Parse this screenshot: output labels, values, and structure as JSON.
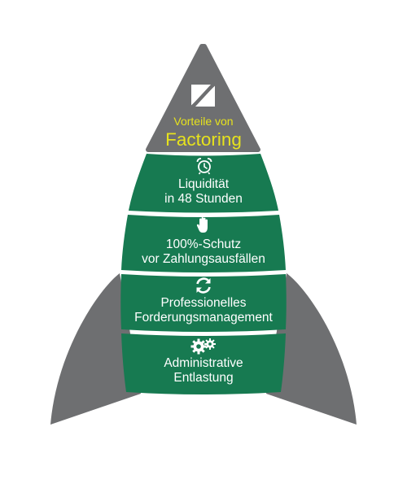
{
  "colors": {
    "gray": "#6e6f71",
    "green": "#177a51",
    "yellow": "#e6e21d",
    "white": "#ffffff"
  },
  "nose": {
    "icon": "factoring-logo-icon",
    "line1": "Vorteile von",
    "line2": "Factoring"
  },
  "bands": [
    {
      "icon": "alarm-clock-icon",
      "line1": "Liquidität",
      "line2": "in 48 Stunden"
    },
    {
      "icon": "hand-icon",
      "line1": "100%-Schutz",
      "line2": "vor Zahlungsausfällen"
    },
    {
      "icon": "refresh-icon",
      "line1": "Professionelles",
      "line2": "Forderungsmanagement"
    },
    {
      "icon": "gears-icon",
      "line1": "Administrative",
      "line2": "Entlastung"
    }
  ]
}
